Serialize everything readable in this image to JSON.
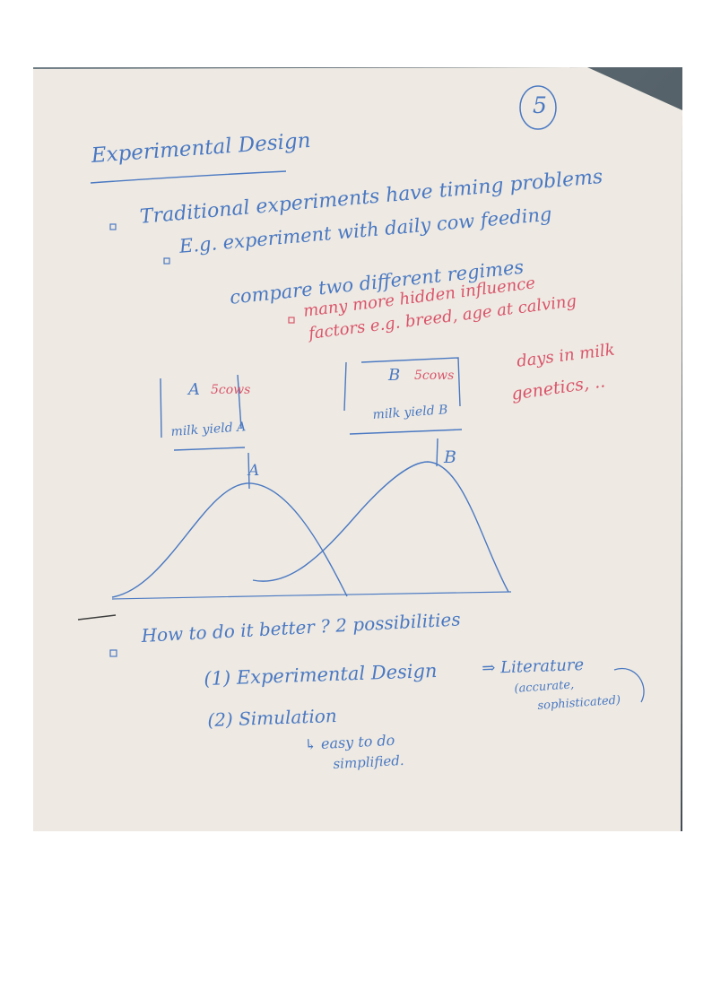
{
  "page_number": "5",
  "title": "Experimental Design",
  "bullet_1": "Traditional experiments have timing problems",
  "bullet_1a": "E.g. experiment with daily cow feeding",
  "compare_line": "compare two different regimes",
  "hidden_1": "many more hidden influence",
  "hidden_2": "factors e.g. breed, age at calving",
  "hidden_3": "days in milk",
  "hidden_4": "genetics, ..",
  "box_a": {
    "label": "A",
    "count": "5cows",
    "yield": "milk yield A"
  },
  "box_b": {
    "label": "B",
    "count": "5cows",
    "yield": "milk yield B"
  },
  "curve_a_label": "A",
  "curve_b_label": "B",
  "question": "How to do it better ? 2 possibilities",
  "option_1": "(1) Experimental Design",
  "option_1_arrow": "⇒ Literature",
  "option_1_note_1": "(accurate,",
  "option_1_note_2": "sophisticated)",
  "option_2": "(2) Simulation",
  "option_2_note_1": "↳ easy to do",
  "option_2_note_2": "simplified.",
  "colors": {
    "blue_ink": "#4a78c2",
    "red_ink": "#d9546a",
    "board": "#eeeae3",
    "wall": "#5a666e"
  }
}
